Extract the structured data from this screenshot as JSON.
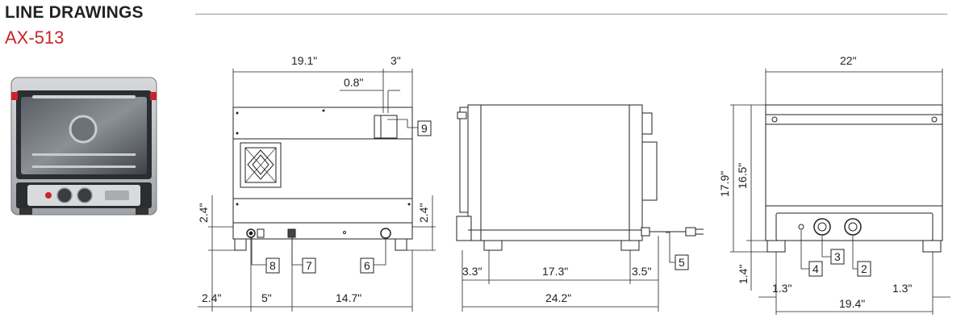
{
  "header": {
    "title": "LINE DRAWINGS",
    "model": "AX-513"
  },
  "front_view": {
    "dims": {
      "width": "19.1\"",
      "right_offset": "3\"",
      "small_offset": "0.8\"",
      "foot_height_left": "2.4\"",
      "foot_height_right": "2.4\"",
      "bottom_left": "2.4\"",
      "bottom_mid": "5\"",
      "bottom_right": "14.7\""
    },
    "callouts": [
      "9",
      "8",
      "7",
      "6"
    ]
  },
  "side_view": {
    "dims": {
      "left_ext": "3.3\"",
      "body_depth": "17.3\"",
      "right_ext": "3.5\"",
      "total_depth": "24.2\""
    },
    "callouts": [
      "5"
    ]
  },
  "rear_view": {
    "dims": {
      "width": "22\"",
      "total_height": "17.9\"",
      "body_height": "16.5\"",
      "foot_height": "1.4\"",
      "left_inset": "1.3\"",
      "right_inset": "1.3\"",
      "foot_span": "19.4\""
    },
    "callouts": [
      "4",
      "3",
      "2"
    ]
  },
  "colors": {
    "brand_red": "#c8242c",
    "line": "#222222",
    "oven_steel": "#b9bcc0",
    "oven_dark": "#2b2d31"
  }
}
